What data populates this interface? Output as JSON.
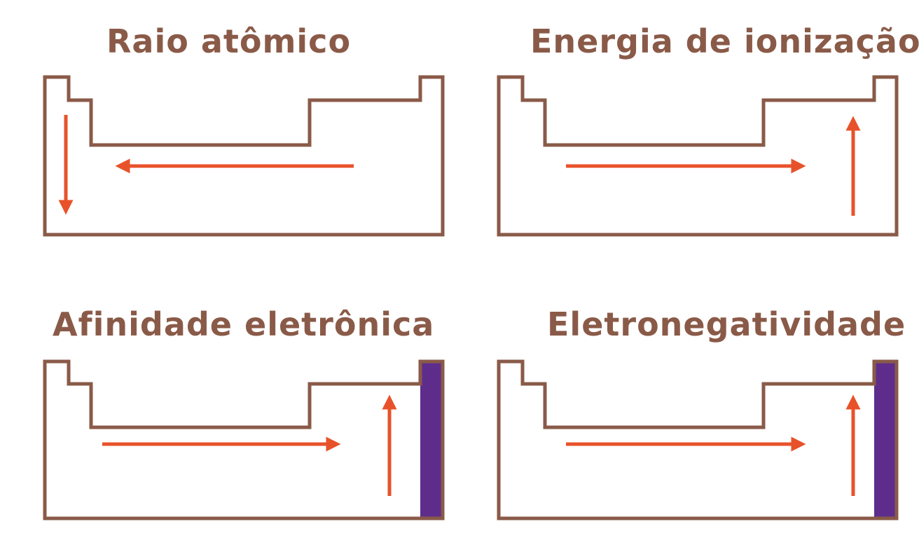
{
  "panels": [
    {
      "title": "Raio atômico"
    },
    {
      "title": "Energia de ionização"
    },
    {
      "title": "Afinidade eletrônica"
    },
    {
      "title": "Eletronegatividade"
    }
  ],
  "colors": {
    "outline": "#8a5a48",
    "arrow": "#e8522a",
    "noble_gas_column": "#5e2d8c",
    "title": "#8a5a48"
  }
}
